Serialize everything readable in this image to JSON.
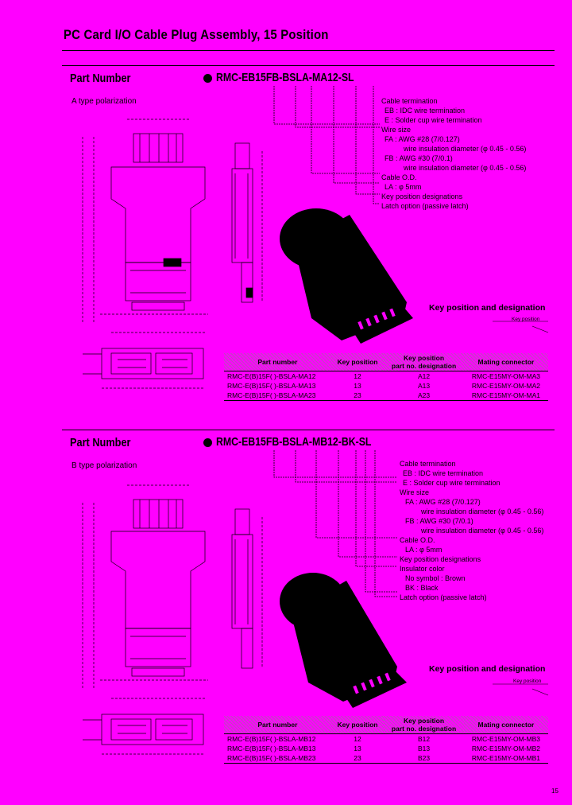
{
  "page_title": "PC Card I/O Cable Plug Assembly, 15 Position",
  "page_number": "15",
  "sections": [
    {
      "part_number_label": "Part Number",
      "part_number_code": "RMC-EB15FB-BSLA-MA12-SL",
      "polarization": "A type polarization",
      "descriptions": [
        "Cable termination",
        "EB : IDC wire termination",
        "E  : Solder cup wire termination",
        "Wire size",
        "FA : AWG #28 (7/0.127)",
        "wire insulation diameter (φ 0.45 - 0.56)",
        "FB : AWG #30 (7/0.1)",
        "wire insulation diameter (φ 0.45 - 0.56)",
        "Cable O.D.",
        "LA : φ 5mm",
        "Key position designations",
        "Latch option (passive latch)"
      ],
      "key_title": "Key position and designation",
      "key_note": "Key position",
      "table_headers": [
        "Part number",
        "Key position",
        "Key position\npart no. designation",
        "Mating connector"
      ],
      "rows": [
        [
          "RMC-E(B)15F(  )-BSLA-MA12",
          "12",
          "A12",
          "RMC-E15MY-OM-MA3"
        ],
        [
          "RMC-E(B)15F(  )-BSLA-MA13",
          "13",
          "A13",
          "RMC-E15MY-OM-MA2"
        ],
        [
          "RMC-E(B)15F(  )-BSLA-MA23",
          "23",
          "A23",
          "RMC-E15MY-OM-MA1"
        ]
      ]
    },
    {
      "part_number_label": "Part Number",
      "part_number_code": "RMC-EB15FB-BSLA-MB12-BK-SL",
      "polarization": "B type polarization",
      "descriptions": [
        "Cable termination",
        "EB : IDC wire termination",
        "E  : Solder cup wire termination",
        "Wire size",
        "FA : AWG #28 (7/0.127)",
        "wire insulation diameter (φ 0.45 - 0.56)",
        "FB : AWG #30 (7/0.1)",
        "wire insulation diameter (φ 0.45 - 0.56)",
        "Cable O.D.",
        "LA : φ 5mm",
        "Key position designations",
        "Insulator color",
        "No symbol : Brown",
        "BK : Black",
        "Latch option (passive latch)"
      ],
      "key_title": "Key position and designation",
      "key_note": "Key position",
      "table_headers": [
        "Part number",
        "Key position",
        "Key position\npart no. designation",
        "Mating connector"
      ],
      "rows": [
        [
          "RMC-E(B)15F(  )-BSLA-MB12",
          "12",
          "B12",
          "RMC-E15MY-OM-MB3"
        ],
        [
          "RMC-E(B)15F(  )-BSLA-MB13",
          "13",
          "B13",
          "RMC-E15MY-OM-MB2"
        ],
        [
          "RMC-E(B)15F(  )-BSLA-MB23",
          "23",
          "B23",
          "RMC-E15MY-OM-MB1"
        ]
      ]
    }
  ]
}
